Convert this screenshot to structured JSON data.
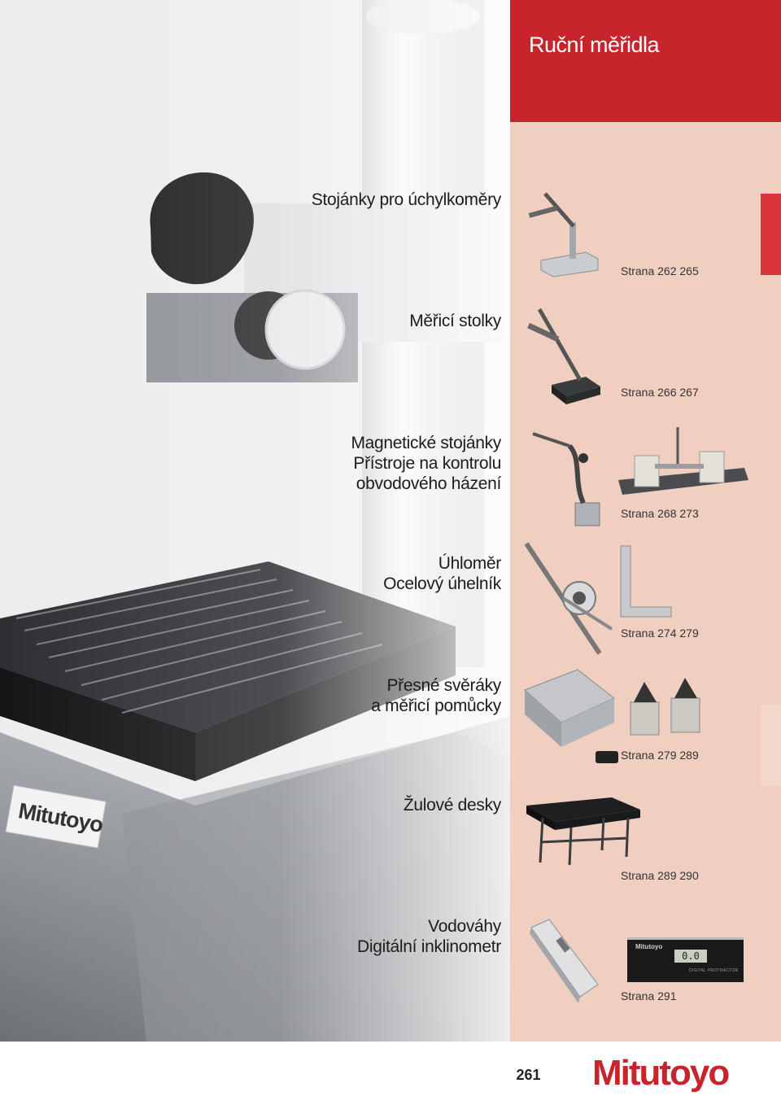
{
  "header": {
    "title": "Ruční měřidla",
    "color": "#c8242b"
  },
  "panel_color": "#f0cfc0",
  "photo": {
    "brand_plate": "Mitutoyo"
  },
  "categories": [
    {
      "lines": [
        "Stojánky pro úchylkoměry"
      ],
      "page": "Strana 262 265"
    },
    {
      "lines": [
        "Měřicí stolky"
      ],
      "page": "Strana 266 267"
    },
    {
      "lines": [
        "Magnetické stojánky",
        "Přístroje na kontrolu",
        "obvodového házení"
      ],
      "page": "Strana 268 273"
    },
    {
      "lines": [
        "Úhloměr",
        "Ocelový úhelník"
      ],
      "page": "Strana 274 279"
    },
    {
      "lines": [
        "Přesné svěráky",
        "a měřicí pomůcky"
      ],
      "page": "Strana 279 289"
    },
    {
      "lines": [
        "Žulové desky"
      ],
      "page": "Strana 289 290"
    },
    {
      "lines": [
        "Vodováhy",
        "Digitální inklinometr"
      ],
      "page": "Strana 291"
    }
  ],
  "products": {
    "inclinometer_display": "0.0",
    "inclinometer_label": "DIGITAL PROTRACTOR"
  },
  "footer": {
    "page_number": "261",
    "logo": "Mitutoyo"
  }
}
